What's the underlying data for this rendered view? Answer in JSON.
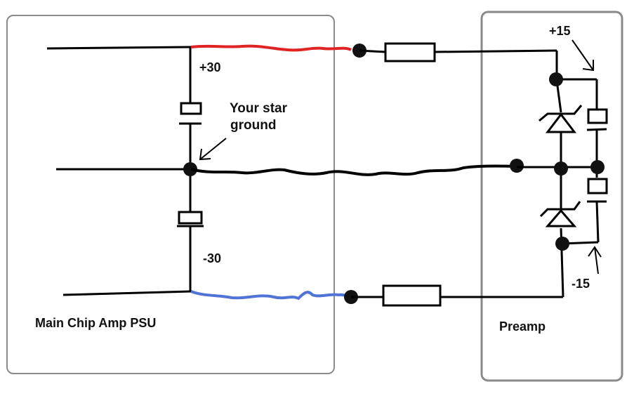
{
  "labels": {
    "plus30": "+30",
    "minus30": "-30",
    "plus15": "+15",
    "minus15": "-15",
    "star_ground_line1": "Your star",
    "star_ground_line2": "ground",
    "psu_title": "Main Chip Amp PSU",
    "preamp_title": "Preamp"
  },
  "colors": {
    "positive_rail": "#e02424",
    "negative_rail": "#4f73d6",
    "ground_wire": "#000000",
    "box_outline": "#888888"
  }
}
